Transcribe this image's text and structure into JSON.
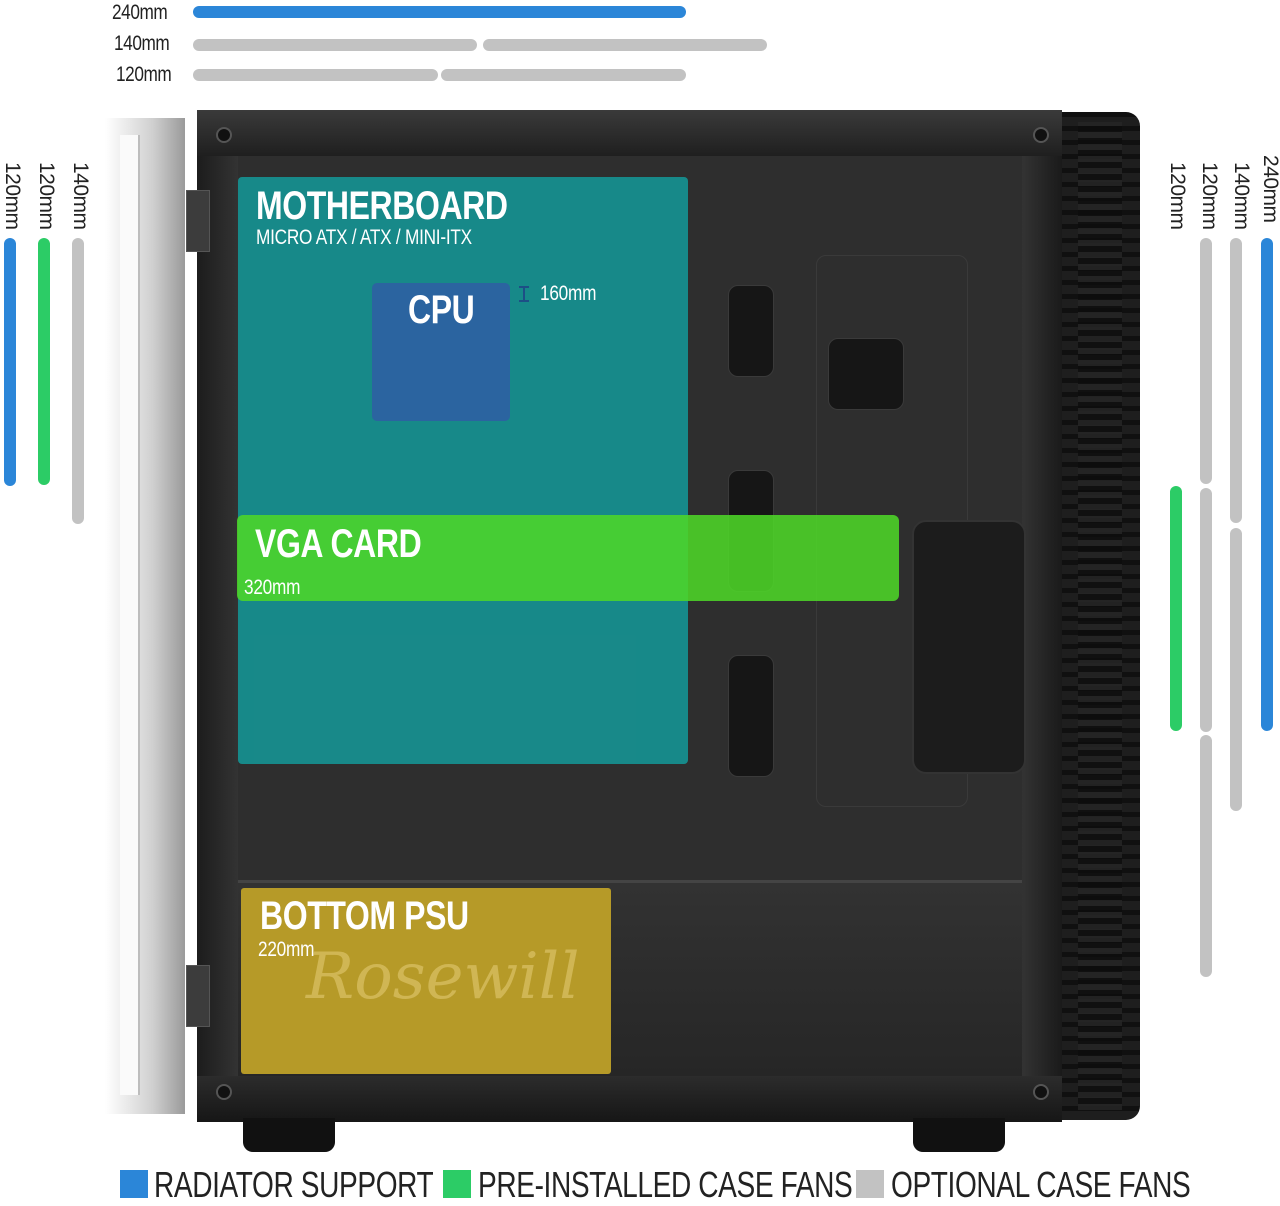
{
  "top_dimensions": [
    {
      "label": "240mm",
      "bars": [
        "blue"
      ]
    },
    {
      "label": "140mm",
      "bars": [
        "grey",
        "grey"
      ]
    },
    {
      "label": "120mm",
      "bars": [
        "grey",
        "grey"
      ]
    }
  ],
  "left_dimensions": [
    {
      "label": "120mm",
      "color": "blue"
    },
    {
      "label": "120mm",
      "color": "green"
    },
    {
      "label": "140mm",
      "color": "grey"
    }
  ],
  "right_dimensions": [
    {
      "label": "120mm",
      "color": "green"
    },
    {
      "label": "120mm",
      "color": "grey"
    },
    {
      "label": "140mm",
      "color": "grey"
    },
    {
      "label": "240mm",
      "color": "blue"
    }
  ],
  "components": {
    "motherboard": {
      "title": "MOTHERBOARD",
      "subtitle": "MICRO ATX / ATX / MINI-ITX"
    },
    "cpu": {
      "title": "CPU",
      "clearance": "160mm"
    },
    "vga": {
      "title": "VGA CARD",
      "length": "320mm"
    },
    "psu": {
      "title": "BOTTOM PSU",
      "length": "220mm"
    }
  },
  "brand_logo": "Rosewill",
  "legend": [
    {
      "label": "RADIATOR SUPPORT",
      "color": "#2b86d8"
    },
    {
      "label": "PRE-INSTALLED CASE FANS",
      "color": "#2ccc66"
    },
    {
      "label": "OPTIONAL CASE FANS",
      "color": "#c2c2c2"
    }
  ],
  "colors": {
    "radiator": "#2b86d8",
    "preinstalled": "#2ccc66",
    "optional": "#c2c2c2",
    "motherboard": "#1596a0",
    "cpu": "#2b64a0",
    "vga": "#4dd628",
    "psu": "#bea028"
  }
}
